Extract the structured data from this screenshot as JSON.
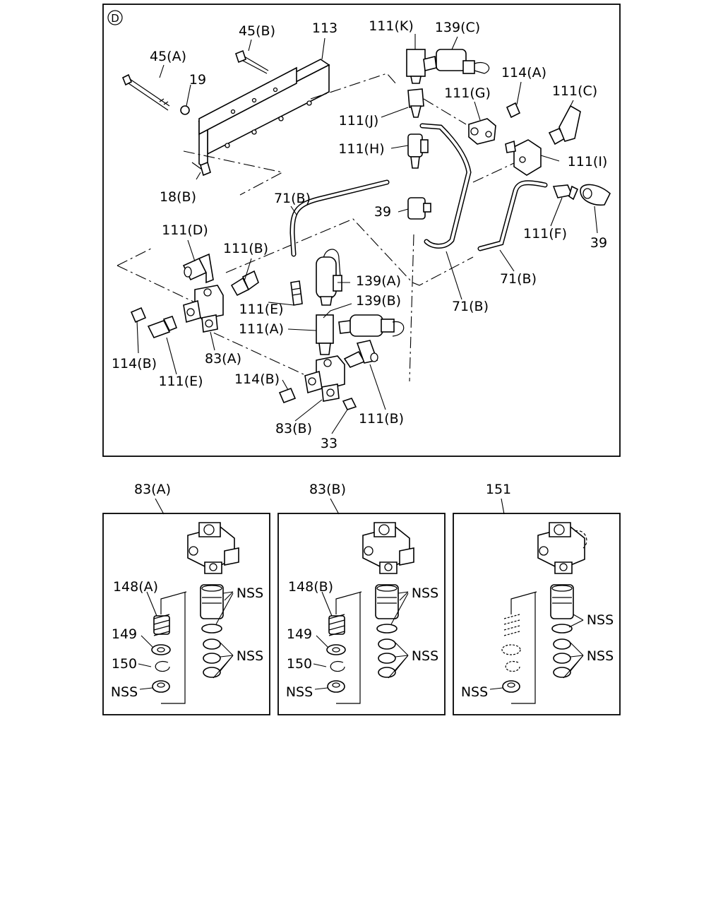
{
  "main_diagram": {
    "marker": "D",
    "labels": {
      "l45B": "45(B)",
      "l113": "113",
      "l111K": "111(K)",
      "l139C": "139(C)",
      "l45A": "45(A)",
      "l19": "19",
      "l114A": "114(A)",
      "l111G": "111(G)",
      "l111C": "111(C)",
      "l111J": "111(J)",
      "l111H": "111(H)",
      "l111I": "111(I)",
      "l18B": "18(B)",
      "l71B_1": "71(B)",
      "l39_1": "39",
      "l111F": "111(F)",
      "l39_2": "39",
      "l111D": "111(D)",
      "l111B_1": "111(B)",
      "l139A": "139(A)",
      "l71B_2": "71(B)",
      "l111E_1": "111(E)",
      "l139B": "139(B)",
      "l71B_3": "71(B)",
      "l111A": "111(A)",
      "l114B_1": "114(B)",
      "l83A": "83(A)",
      "l111E_2": "111(E)",
      "l114B_2": "114(B)",
      "l111B_2": "111(B)",
      "l83B": "83(B)",
      "l33": "33"
    }
  },
  "detail_panels": [
    {
      "title": "83(A)",
      "labels": [
        "148(A)",
        "149",
        "150",
        "NSS",
        "NSS",
        "NSS"
      ]
    },
    {
      "title": "83(B)",
      "labels": [
        "148(B)",
        "149",
        "150",
        "NSS",
        "NSS",
        "NSS"
      ]
    },
    {
      "title": "151",
      "labels": [
        "NSS",
        "NSS",
        "NSS"
      ]
    }
  ]
}
